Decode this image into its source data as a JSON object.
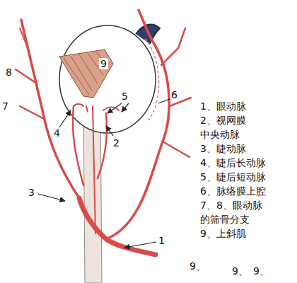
{
  "diagram": {
    "labels": [
      "9",
      "8",
      "7",
      "5",
      "6",
      "4",
      "2",
      "3",
      "1",
      "1、眼动脉",
      "2、视网膜 中央动脉",
      "3、睫动脉",
      "4、睫后长动脉",
      "5、睫后短动脉",
      "6、脉络膜上腔",
      "7、8、眼动脉 的筛骨分支",
      "9、上斜肌",
      "9、",
      "9、",
      "9、"
    ]
  }
}
